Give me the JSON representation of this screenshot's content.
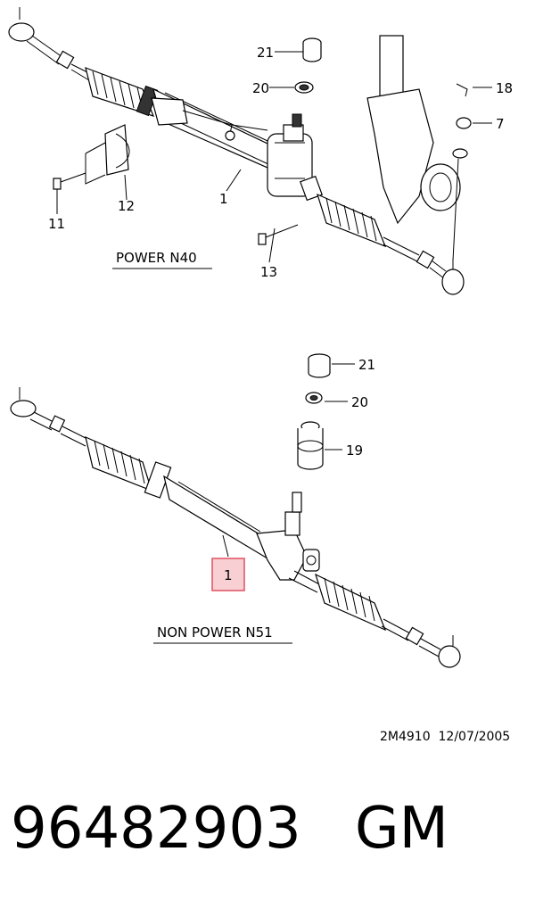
{
  "diagram_a": {
    "caption": "POWER N40",
    "labels": [
      "21",
      "20",
      "18",
      "7",
      "1",
      "12",
      "11",
      "13"
    ]
  },
  "diagram_b": {
    "caption": "NON POWER N51",
    "labels": [
      "21",
      "20",
      "19",
      "1"
    ],
    "highlight_color": "#e05060"
  },
  "reference": "2M4910  12/07/2005",
  "part_number": "96482903",
  "brand": "GM"
}
